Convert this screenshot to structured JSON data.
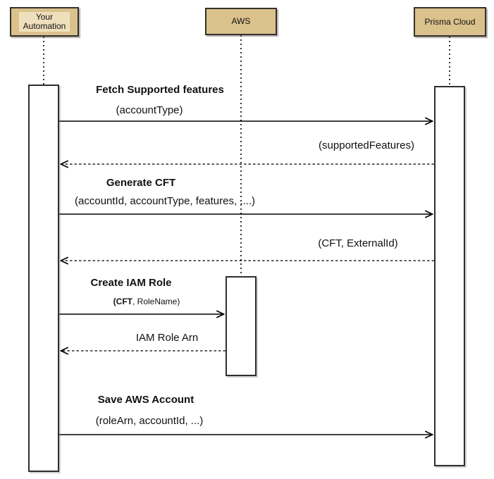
{
  "diagram": {
    "type": "sequence",
    "actors": [
      {
        "name": "your-automation",
        "label": "Your\nAutomation"
      },
      {
        "name": "aws",
        "label": "AWS"
      },
      {
        "name": "prisma-cloud",
        "label": "Prisma Cloud"
      }
    ],
    "messages": [
      {
        "kind": "call",
        "from": "Your Automation",
        "to": "Prisma Cloud",
        "title": "Fetch Supported features",
        "params": "(accountType)"
      },
      {
        "kind": "return",
        "from": "Prisma Cloud",
        "to": "Your Automation",
        "label": "(supportedFeatures)"
      },
      {
        "kind": "call",
        "from": "Your Automation",
        "to": "Prisma Cloud",
        "title": "Generate CFT",
        "params": "(accountId, accountType, features, ....)"
      },
      {
        "kind": "return",
        "from": "Prisma Cloud",
        "to": "Your Automation",
        "label": "(CFT, ExternalId)"
      },
      {
        "kind": "call",
        "from": "Your Automation",
        "to": "AWS",
        "title": "Create IAM Role",
        "params_bold": "(CFT",
        "params_rest": ", RoleName)"
      },
      {
        "kind": "return",
        "from": "AWS",
        "to": "Your Automation",
        "label": "IAM Role Arn"
      },
      {
        "kind": "call",
        "from": "Your Automation",
        "to": "Prisma Cloud",
        "title": "Save AWS Account",
        "params": "(roleArn, accountId, ...)"
      }
    ],
    "colors": {
      "actor_fill": "#DBC28C",
      "actor_border": "#33312C",
      "line": "#000000",
      "background": "#FFFFFF"
    }
  }
}
